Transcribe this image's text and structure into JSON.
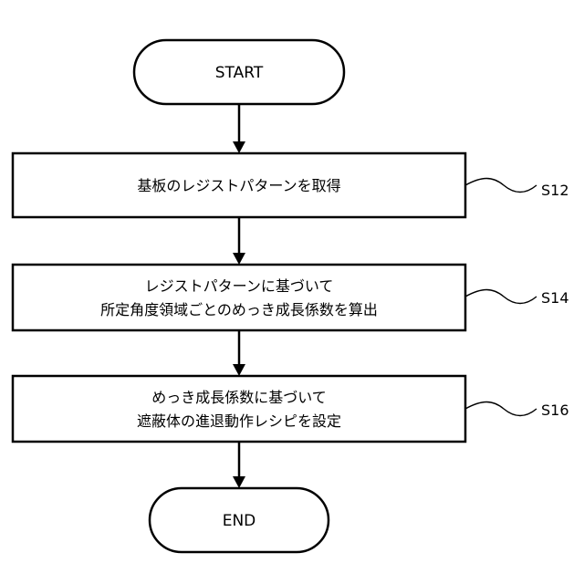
{
  "flowchart": {
    "start": {
      "label": "START"
    },
    "steps": [
      {
        "lines": [
          "基板のレジストパターンを取得"
        ],
        "ref": "S12"
      },
      {
        "lines": [
          "レジストパターンに基づいて",
          "所定角度領域ごとのめっき成長係数を算出"
        ],
        "ref": "S14"
      },
      {
        "lines": [
          "めっき成長係数に基づいて",
          "遮蔽体の進退動作レシピを設定"
        ],
        "ref": "S16"
      }
    ],
    "end": {
      "label": "END"
    }
  },
  "colors": {
    "stroke": "#000000",
    "fill": "#ffffff",
    "text": "#000000"
  }
}
